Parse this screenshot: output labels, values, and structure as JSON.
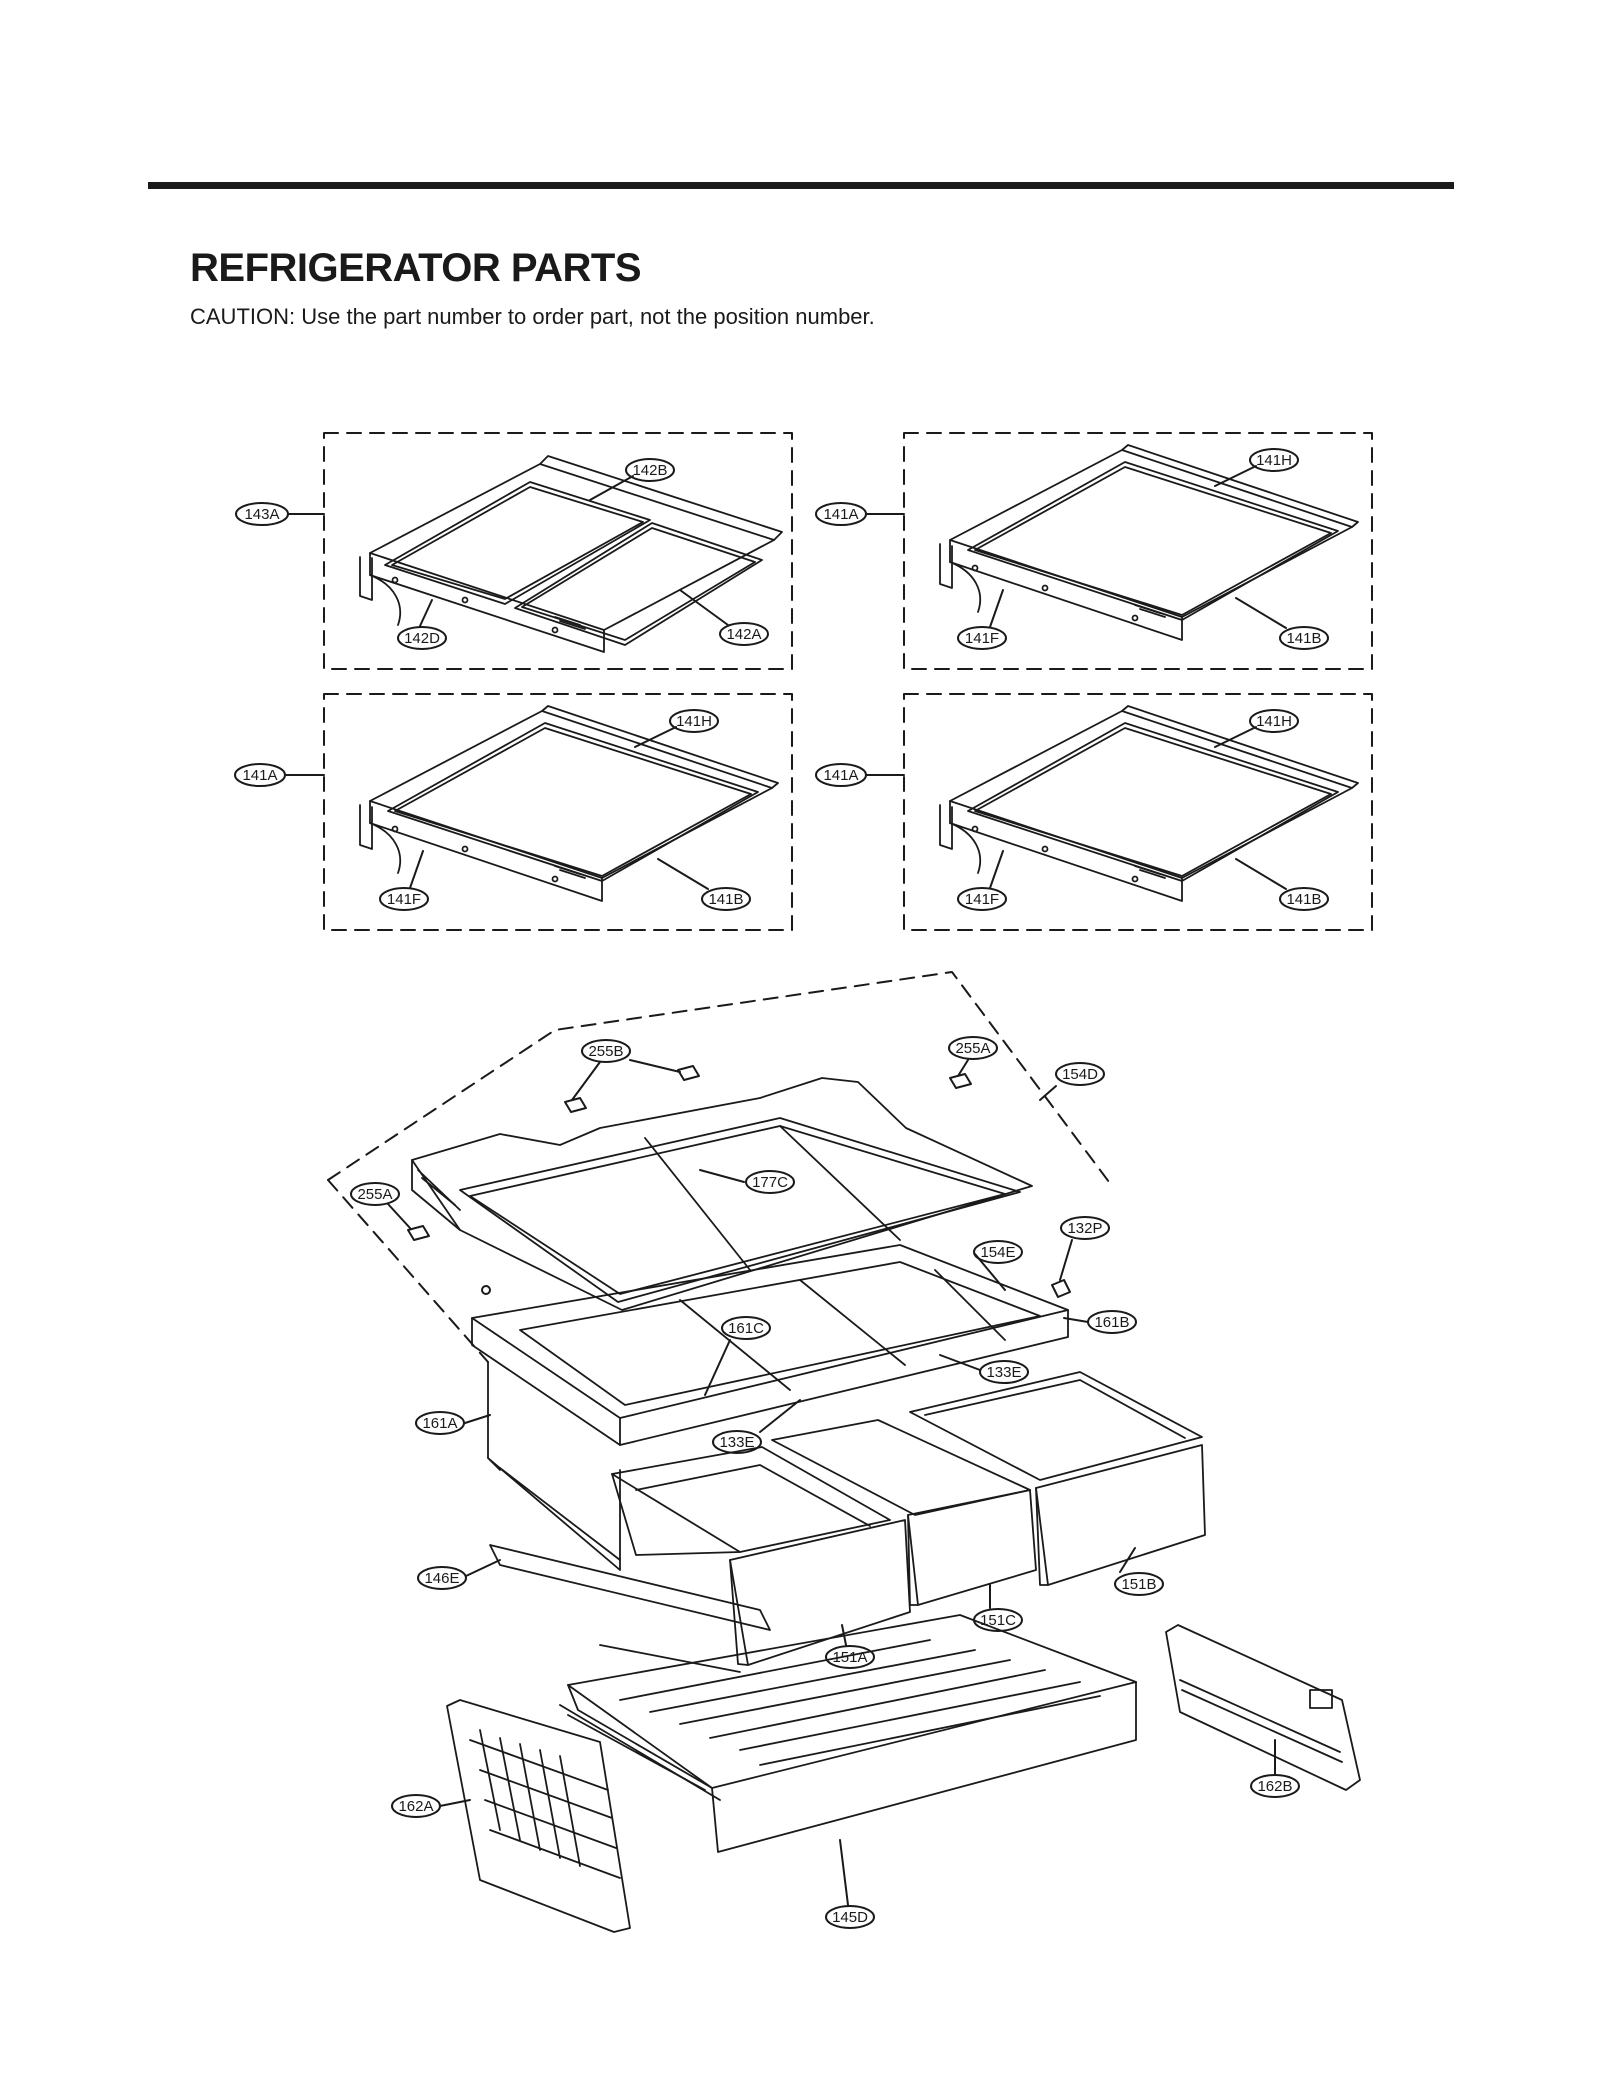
{
  "header": {
    "title": "REFRIGERATOR PARTS",
    "caution": "CAUTION: Use the part number to order part, not the position number."
  },
  "panels": [
    {
      "labels": [
        "143A",
        "142B",
        "142D",
        "142A"
      ]
    },
    {
      "labels": [
        "141A",
        "141H",
        "141F",
        "141B"
      ]
    },
    {
      "labels": [
        "141A",
        "141H",
        "141F",
        "141B"
      ]
    },
    {
      "labels": [
        "141A",
        "141H",
        "141F",
        "141B"
      ]
    }
  ],
  "assembly": {
    "labels": [
      "255B",
      "255A",
      "154D",
      "255A",
      "177C",
      "132P",
      "154E",
      "161B",
      "161C",
      "133E",
      "161A",
      "133E",
      "146E",
      "151B",
      "151C",
      "151A",
      "162B",
      "162A",
      "145D"
    ]
  },
  "colors": {
    "ink": "#1a1a1a",
    "paper": "#ffffff"
  }
}
